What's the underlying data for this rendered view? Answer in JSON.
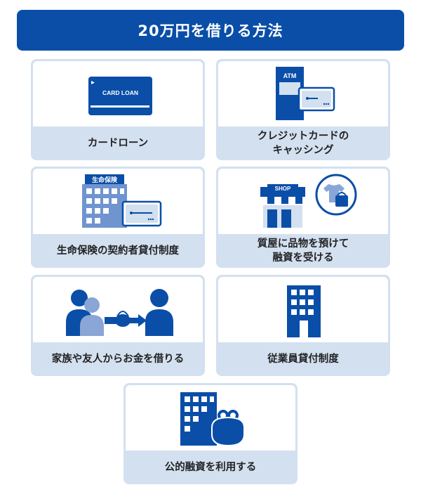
{
  "header": {
    "title": "20万円を借りる方法"
  },
  "colors": {
    "primary": "#0a4ea8",
    "light": "#d3e0f0",
    "mid": "#8aa6d6"
  },
  "cards": [
    {
      "label": "カードローン",
      "icon": "card-loan-icon",
      "icon_text": "CARD LOAN"
    },
    {
      "label": "クレジットカードの\nキャッシング",
      "icon": "atm-icon",
      "icon_text": "ATM"
    },
    {
      "label": "生命保険の契約者貸付制度",
      "icon": "insurance-building-icon",
      "icon_text": "生命保険"
    },
    {
      "label": "質屋に品物を預けて\n融資を受ける",
      "icon": "pawn-shop-icon",
      "icon_text": "SHOP"
    },
    {
      "label": "家族や友人からお金を借りる",
      "icon": "people-lending-icon"
    },
    {
      "label": "従業員貸付制度",
      "icon": "office-building-icon"
    },
    {
      "label": "公的融資を利用する",
      "icon": "public-building-purse-icon"
    }
  ]
}
